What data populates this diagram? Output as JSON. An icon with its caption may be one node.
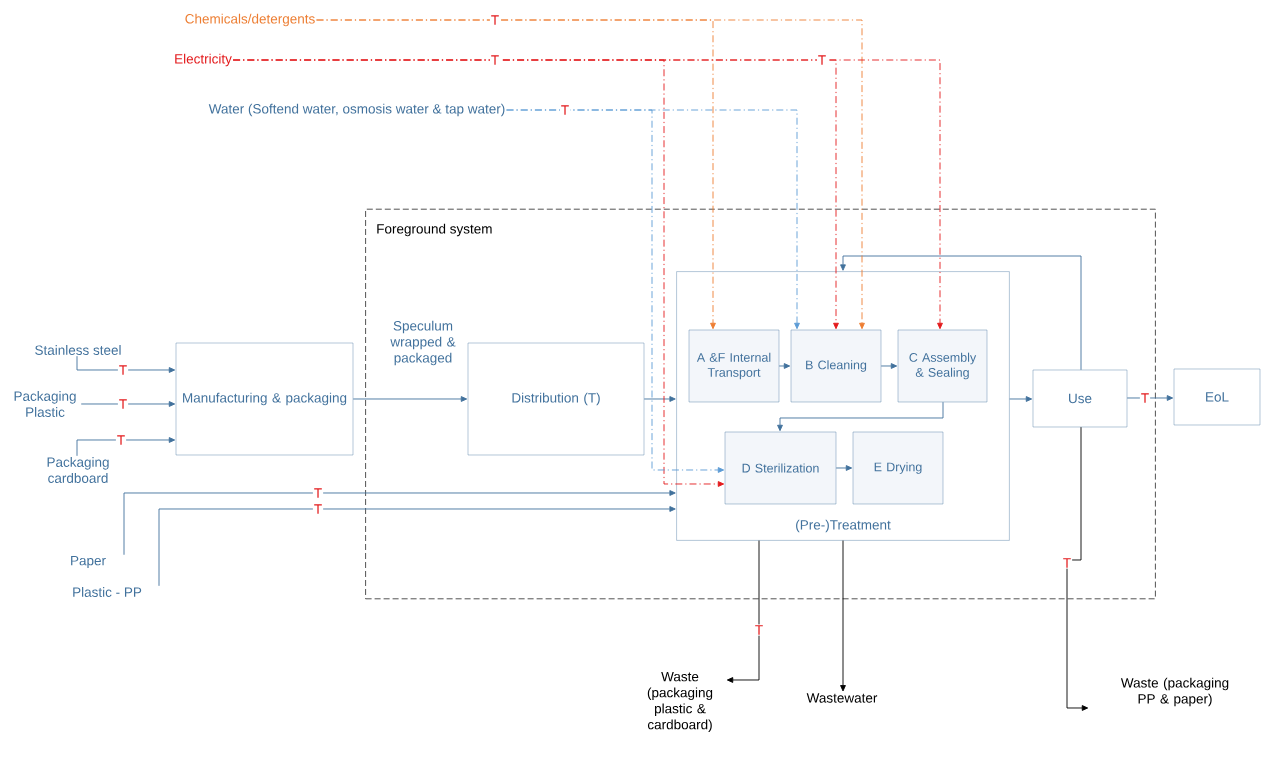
{
  "diagram": {
    "nodes": [
      {
        "text": [
          "Foreground system"
        ]
      },
      {
        "text": [
          "Stainless steel"
        ]
      },
      {
        "text": [
          "Packaging Plastic"
        ]
      },
      {
        "text": [
          "Packaging cardboard"
        ]
      },
      {
        "text": [
          "Paper"
        ]
      },
      {
        "text": [
          "Plastic - PP"
        ]
      },
      {
        "text": [
          "Manufacturing & packaging"
        ]
      },
      {
        "text": [
          "Distribution (T)"
        ],
        "in": 0
      },
      {
        "text": [
          "(Pre-)Treatment"
        ],
        "in": 0
      },
      {
        "text": [
          "A &F Internal Transport"
        ],
        "in": 8
      },
      {
        "text": [
          "B Cleaning"
        ],
        "in": 8
      },
      {
        "text": [
          "C Assembly & Sealing"
        ],
        "in": 8
      },
      {
        "text": [
          "D Sterilization"
        ],
        "in": 8
      },
      {
        "text": [
          "E Drying"
        ],
        "in": 8
      },
      {
        "text": [
          "Use"
        ],
        "in": 0
      },
      {
        "text": [
          "EoL"
        ]
      },
      {
        "text": [
          "Chemicals/detergents"
        ]
      },
      {
        "text": [
          "Electricity"
        ]
      },
      {
        "text": [
          "Water (Softend water, osmosis water & tap water)"
        ]
      },
      {
        "text": [
          "Waste (packaging plastic & cardboard)"
        ]
      },
      {
        "text": [
          "Wastewater"
        ]
      },
      {
        "text": [
          "Waste (packaging PP & paper)"
        ]
      }
    ],
    "edges": [
      {
        "from": 1,
        "to": 6,
        "arrow": "to",
        "label": "T"
      },
      {
        "from": 2,
        "to": 6,
        "arrow": "to",
        "label": "T"
      },
      {
        "from": 3,
        "to": 6,
        "arrow": "to",
        "label": "T"
      },
      {
        "from": 4,
        "to": 8,
        "arrow": "to",
        "label": "T"
      },
      {
        "from": 5,
        "to": 8,
        "arrow": "to",
        "label": "T"
      },
      {
        "from": 6,
        "to": 7,
        "arrow": "to"
      },
      {
        "from": 7,
        "to": 8,
        "arrow": "to"
      },
      {
        "from": 9,
        "to": 10,
        "arrow": "to"
      },
      {
        "from": 10,
        "to": 11,
        "arrow": "to"
      },
      {
        "from": 11,
        "to": 12,
        "arrow": "to"
      },
      {
        "from": 12,
        "to": 13,
        "arrow": "to"
      },
      {
        "from": 8,
        "to": 14,
        "arrow": "to"
      },
      {
        "from": 14,
        "to": 15,
        "arrow": "to",
        "label": "T"
      },
      {
        "from": 14,
        "to": 8,
        "arrow": "to"
      },
      {
        "from": 16,
        "to": 9,
        "arrow": "to",
        "label": "T",
        "style": "dashed",
        "color": "#ed7d31"
      },
      {
        "from": 16,
        "to": 10,
        "arrow": "to",
        "style": "dashed",
        "color": "#ed7d31"
      },
      {
        "from": 17,
        "to": 10,
        "arrow": "to",
        "label": "T",
        "style": "dashed",
        "color": "#e31a1c"
      },
      {
        "from": 17,
        "to": 11,
        "arrow": "to",
        "style": "dashed",
        "color": "#e31a1c"
      },
      {
        "from": 17,
        "to": 12,
        "arrow": "to",
        "label": "T",
        "style": "dashed",
        "color": "#e31a1c"
      },
      {
        "from": 18,
        "to": 12,
        "arrow": "to",
        "label": "T",
        "style": "dashed",
        "color": "#5b9bd5"
      },
      {
        "from": 18,
        "to": 10,
        "arrow": "to",
        "style": "dashed",
        "color": "#5b9bd5"
      },
      {
        "from": 8,
        "to": 19,
        "arrow": "to",
        "label": "T",
        "color": "#000000"
      },
      {
        "from": 8,
        "to": 20,
        "arrow": "to",
        "color": "#000000"
      },
      {
        "from": 14,
        "to": 21,
        "arrow": "to",
        "label": "T",
        "color": "#000000"
      }
    ],
    "labels": [
      "Speculum wrapped & packaged"
    ]
  }
}
